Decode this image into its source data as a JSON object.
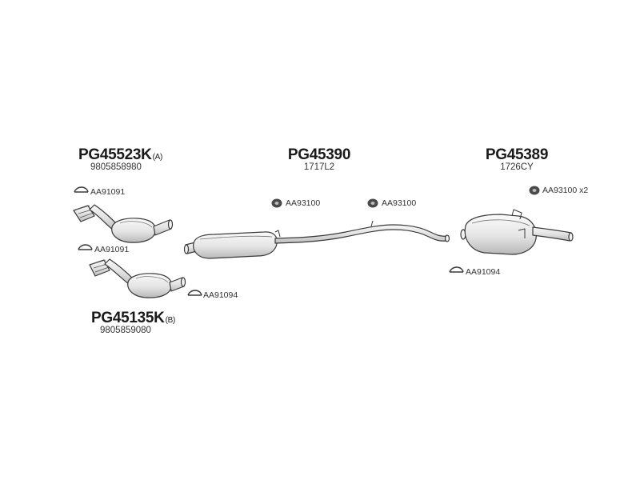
{
  "assemblies": {
    "cat_a": {
      "part": "PG45523K",
      "suffix": "(A)",
      "oem": "9805858980"
    },
    "cat_b": {
      "part": "PG45135K",
      "suffix": "(B)",
      "oem": "9805859080"
    },
    "middle": {
      "part": "PG45390",
      "oem": "1717L2"
    },
    "rear": {
      "part": "PG45389",
      "oem": "1726CY"
    }
  },
  "accessories": {
    "clamp_a": "AA91091",
    "clamp_b": "AA91091",
    "clamp_c": "AA91094",
    "mount_mid_1": "AA93100",
    "mount_mid_2": "AA93100",
    "mount_rear": "AA93100",
    "mount_rear_qty": "x2",
    "clamp_rear": "AA91094"
  },
  "colors": {
    "part_fill": "#e6e6e6",
    "part_stroke": "#3a3a3a",
    "rubber": "#4a4a4a"
  }
}
